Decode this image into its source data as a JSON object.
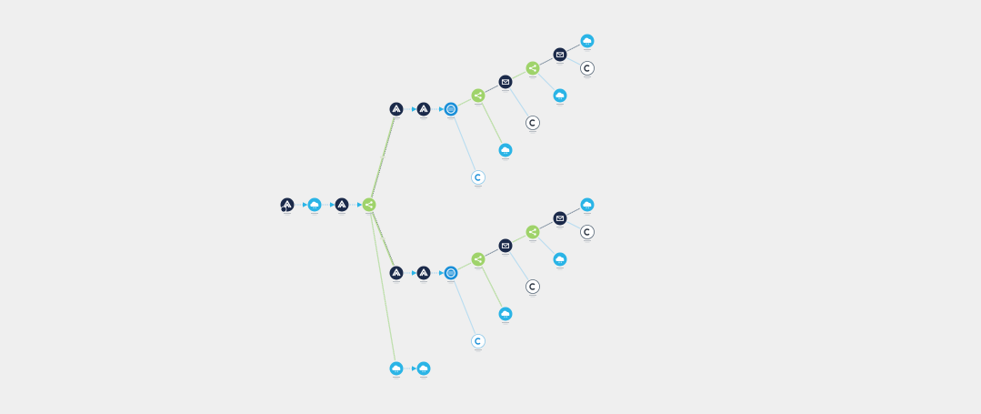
{
  "canvas": {
    "background": "#efefef"
  },
  "palette": {
    "dark": "#1b2a4a",
    "cyan": "#2ab4e6",
    "blue": "#1a8fd8",
    "green": "#9fd36a",
    "outline": "#ffffff",
    "outline_stroke": "#5a6a7a",
    "link_light": "#b8dcf0",
    "link_dark": "#4a5a6a",
    "link_green": "#b7dc95",
    "arrow": "#2ab4e6"
  },
  "nodes": [
    {
      "id": "n_start",
      "kind": "dark-arrow-user",
      "icon": "arrow-user-icon"
    },
    {
      "id": "n_cloud1",
      "kind": "cyan-cloud",
      "icon": "cloud-icon"
    },
    {
      "id": "n_arrow1",
      "kind": "dark-arrow",
      "icon": "arrow-icon"
    },
    {
      "id": "n_hub",
      "kind": "green-hub",
      "icon": "share-hub-icon"
    },
    {
      "id": "t_a1",
      "kind": "dark-arrow",
      "icon": "arrow-icon"
    },
    {
      "id": "t_a2",
      "kind": "dark-arrow",
      "icon": "arrow-icon"
    },
    {
      "id": "t_s",
      "kind": "blue-swap",
      "icon": "swap-icon"
    },
    {
      "id": "t_h1",
      "kind": "green-hub",
      "icon": "share-hub-icon"
    },
    {
      "id": "t_c1",
      "kind": "outline-c-blue",
      "icon": "c-icon"
    },
    {
      "id": "t_cl1",
      "kind": "cyan-cloud",
      "icon": "cloud-icon"
    },
    {
      "id": "t_m1",
      "kind": "dark-mail",
      "icon": "mail-icon"
    },
    {
      "id": "t_c2",
      "kind": "outline-c-dark",
      "icon": "c-icon"
    },
    {
      "id": "t_h2",
      "kind": "green-hub",
      "icon": "share-hub-icon"
    },
    {
      "id": "t_cl2",
      "kind": "cyan-cloud",
      "icon": "cloud-icon"
    },
    {
      "id": "t_m2",
      "kind": "dark-mail",
      "icon": "mail-icon"
    },
    {
      "id": "t_c3",
      "kind": "outline-c-dark",
      "icon": "c-icon"
    },
    {
      "id": "t_cl3",
      "kind": "cyan-cloud",
      "icon": "cloud-icon"
    },
    {
      "id": "b_a1",
      "kind": "dark-arrow",
      "icon": "arrow-icon"
    },
    {
      "id": "b_a2",
      "kind": "dark-arrow",
      "icon": "arrow-icon"
    },
    {
      "id": "b_s",
      "kind": "blue-swap",
      "icon": "swap-icon"
    },
    {
      "id": "b_h1",
      "kind": "green-hub",
      "icon": "share-hub-icon"
    },
    {
      "id": "b_c1",
      "kind": "outline-c-blue",
      "icon": "c-icon"
    },
    {
      "id": "b_cl1",
      "kind": "cyan-cloud",
      "icon": "cloud-icon"
    },
    {
      "id": "b_m1",
      "kind": "dark-mail",
      "icon": "mail-icon"
    },
    {
      "id": "b_c2",
      "kind": "outline-c-dark",
      "icon": "c-icon"
    },
    {
      "id": "b_h2",
      "kind": "green-hub",
      "icon": "share-hub-icon"
    },
    {
      "id": "b_cl2",
      "kind": "cyan-cloud",
      "icon": "cloud-icon"
    },
    {
      "id": "b_m2",
      "kind": "dark-mail",
      "icon": "mail-icon"
    },
    {
      "id": "b_c3",
      "kind": "outline-c-dark",
      "icon": "c-icon"
    },
    {
      "id": "b_cl3",
      "kind": "cyan-cloud",
      "icon": "cloud-icon"
    },
    {
      "id": "x_cl1",
      "kind": "cyan-cloud",
      "icon": "cloud-icon"
    },
    {
      "id": "x_cl2",
      "kind": "cyan-cloud",
      "icon": "cloud-icon"
    }
  ],
  "links": [
    {
      "from": "n_start",
      "to": "n_cloud1",
      "style": "arrow"
    },
    {
      "from": "n_cloud1",
      "to": "n_arrow1",
      "style": "arrow"
    },
    {
      "from": "n_arrow1",
      "to": "n_hub",
      "style": "arrow"
    },
    {
      "from": "n_hub",
      "to": "t_a1",
      "style": "mixed"
    },
    {
      "from": "n_hub",
      "to": "b_a1",
      "style": "mixed"
    },
    {
      "from": "n_hub",
      "to": "x_cl1",
      "style": "green"
    },
    {
      "from": "x_cl1",
      "to": "x_cl2",
      "style": "arrow"
    },
    {
      "from": "t_a1",
      "to": "t_a2",
      "style": "arrow"
    },
    {
      "from": "t_a2",
      "to": "t_s",
      "style": "arrow"
    },
    {
      "from": "t_s",
      "to": "t_h1",
      "style": "green"
    },
    {
      "from": "t_s",
      "to": "t_c1",
      "style": "light"
    },
    {
      "from": "t_h1",
      "to": "t_cl1",
      "style": "green"
    },
    {
      "from": "t_h1",
      "to": "t_m1",
      "style": "dark"
    },
    {
      "from": "t_m1",
      "to": "t_c2",
      "style": "light"
    },
    {
      "from": "t_m1",
      "to": "t_h2",
      "style": "green"
    },
    {
      "from": "t_h2",
      "to": "t_cl2",
      "style": "light"
    },
    {
      "from": "t_h2",
      "to": "t_m2",
      "style": "dark"
    },
    {
      "from": "t_m2",
      "to": "t_c3",
      "style": "light"
    },
    {
      "from": "t_m2",
      "to": "t_cl3",
      "style": "dark"
    },
    {
      "from": "b_a1",
      "to": "b_a2",
      "style": "arrow"
    },
    {
      "from": "b_a2",
      "to": "b_s",
      "style": "arrow"
    },
    {
      "from": "b_s",
      "to": "b_h1",
      "style": "green"
    },
    {
      "from": "b_s",
      "to": "b_c1",
      "style": "light"
    },
    {
      "from": "b_h1",
      "to": "b_cl1",
      "style": "green"
    },
    {
      "from": "b_h1",
      "to": "b_m1",
      "style": "dark"
    },
    {
      "from": "b_m1",
      "to": "b_c2",
      "style": "light"
    },
    {
      "from": "b_m1",
      "to": "b_h2",
      "style": "green"
    },
    {
      "from": "b_h2",
      "to": "b_cl2",
      "style": "light"
    },
    {
      "from": "b_h2",
      "to": "b_m2",
      "style": "dark"
    },
    {
      "from": "b_m2",
      "to": "b_c3",
      "style": "light"
    },
    {
      "from": "b_m2",
      "to": "b_cl3",
      "style": "dark"
    }
  ]
}
